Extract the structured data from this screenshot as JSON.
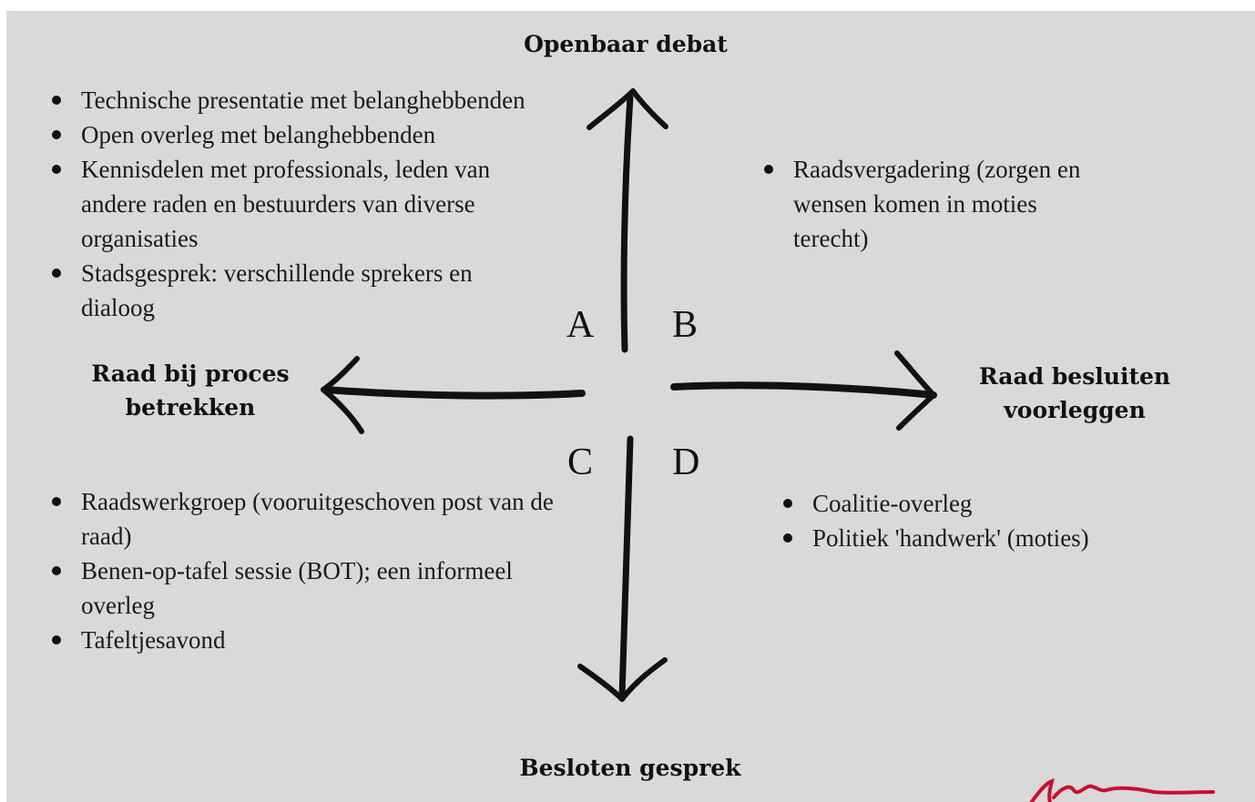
{
  "axes": {
    "top": "Openbaar debat",
    "bottom": "Besloten gesprek",
    "left": "Raad bij proces\nbetrekken",
    "right": "Raad besluiten\nvoorleggen"
  },
  "quadrants": {
    "A": {
      "letter": "A",
      "items": [
        "Technische presentatie met belanghebbenden",
        "Open overleg met belanghebbenden",
        "Kennisdelen met professionals, leden van andere raden en bestuurders van diverse organisaties",
        "Stadsgesprek: verschillende sprekers en dialoog"
      ]
    },
    "B": {
      "letter": "B",
      "items": [
        "Raadsvergadering (zorgen en wensen komen in moties terecht)"
      ]
    },
    "C": {
      "letter": "C",
      "items": [
        "Raadswerkgroep (vooruitgeschoven post van de raad)",
        "Benen-op-tafel sessie (BOT); een informeel overleg",
        "Tafeltjesavond"
      ]
    },
    "D": {
      "letter": "D",
      "items": [
        "Coalitie-overleg",
        "Politiek 'handwerk' (moties)"
      ]
    }
  },
  "colors": {
    "background": "#d9d9d9",
    "arrow": "#111111",
    "signature": "#c8102e"
  },
  "icons": {
    "signature": "handwritten-signature"
  }
}
